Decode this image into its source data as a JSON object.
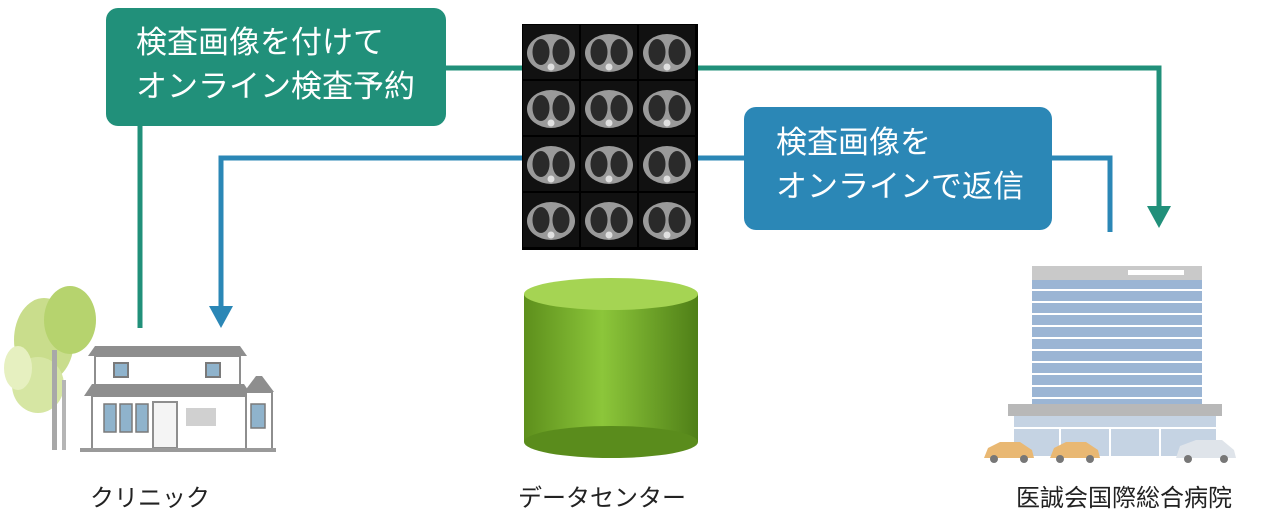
{
  "boxes": {
    "reservation": {
      "line1": "検査画像を付けて",
      "line2": "オンライン検査予約",
      "color": "#21907a"
    },
    "reply": {
      "line1": "検査画像を",
      "line2": "オンラインで返信",
      "color": "#2b87b6"
    }
  },
  "nodes": {
    "clinic": "クリニック",
    "data_center": "データセンター",
    "hospital": "医誠会国際総合病院"
  },
  "colors": {
    "green_arrow": "#21907a",
    "blue_arrow": "#2b87b6",
    "cylinder": "#7cb82f"
  }
}
